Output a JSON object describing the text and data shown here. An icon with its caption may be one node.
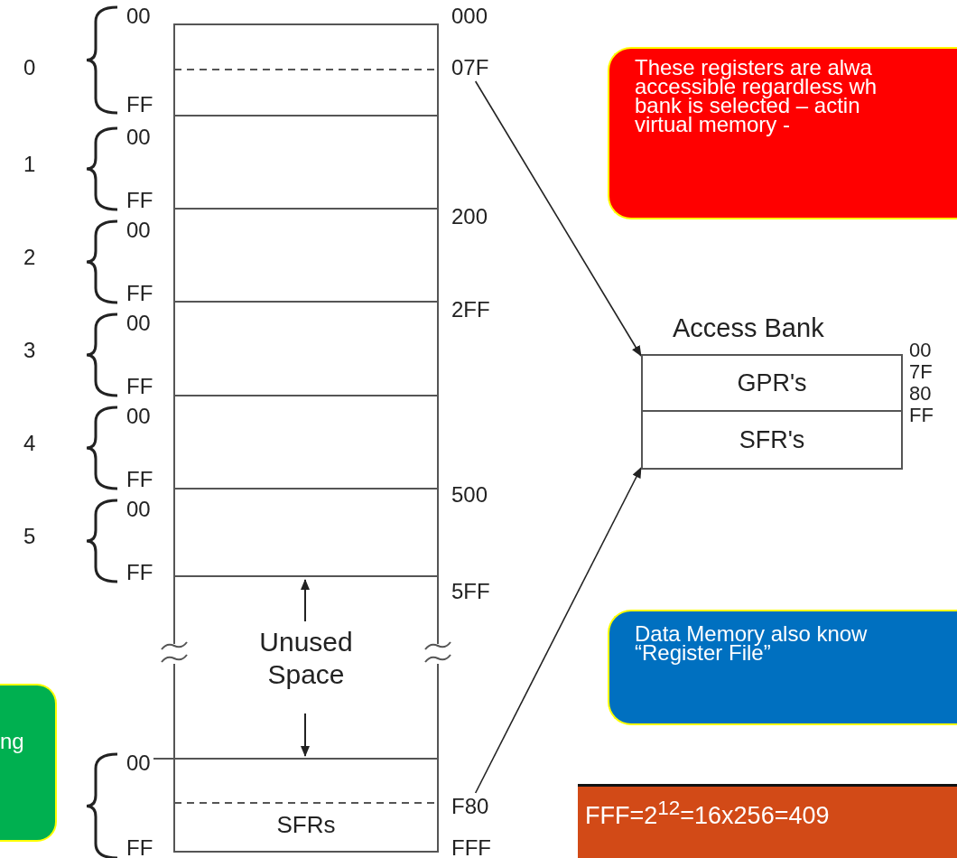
{
  "diagram": {
    "nodes": [
      {
        "text": [
          "07F"
        ]
      },
      {
        "text": [
          "Unused Space"
        ]
      },
      {
        "text": [
          "SFRs"
        ]
      },
      {
        "text": [
          "F80"
        ]
      },
      {
        "text": [
          "Access Bank"
        ]
      },
      {
        "text": [
          "GPR's"
        ],
        "in": 4
      },
      {
        "text": [
          "SFR's"
        ],
        "in": 4
      },
      {
        "text": [
          "These registers are alwa accessible regardless wh bank is selected – actin virtual memory -"
        ]
      },
      {
        "text": [
          "Data Memory also know “Register File”"
        ]
      },
      {
        "text": [
          "ng"
        ]
      },
      {
        "text": [
          "FFF=2$^{12}$=16x256=409"
        ]
      }
    ],
    "edges": [
      {
        "from": 0,
        "to": 5,
        "arrow": "to"
      },
      {
        "from": 3,
        "to": 6,
        "arrow": "to"
      }
    ],
    "labels": [
      "00",
      "000",
      "0",
      "FF",
      "00",
      "1",
      "FF",
      "00",
      "200",
      "2",
      "FF",
      "00",
      "2FF",
      "3",
      "FF",
      "00",
      "4",
      "FF",
      "00",
      "500",
      "5",
      "FF",
      "5FF",
      "00",
      "7F",
      "80",
      "FF",
      "00",
      "FF",
      "FFF"
    ]
  }
}
